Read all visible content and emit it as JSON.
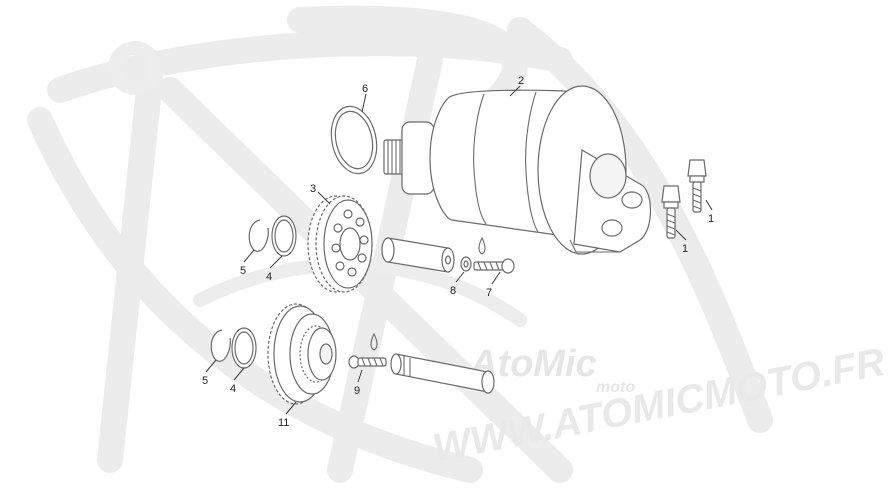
{
  "watermark": {
    "url": "WWW.ATOMICMOTO.FR",
    "brand": "AtoMic",
    "brand_sub": "moto"
  },
  "callouts": [
    {
      "id": "c1a",
      "label": "1"
    },
    {
      "id": "c1b",
      "label": "1"
    },
    {
      "id": "c2",
      "label": "2"
    },
    {
      "id": "c3",
      "label": "3"
    },
    {
      "id": "c4a",
      "label": "4"
    },
    {
      "id": "c4b",
      "label": "4"
    },
    {
      "id": "c5a",
      "label": "5"
    },
    {
      "id": "c5b",
      "label": "5"
    },
    {
      "id": "c6",
      "label": "6"
    },
    {
      "id": "c7",
      "label": "7"
    },
    {
      "id": "c8",
      "label": "8"
    },
    {
      "id": "c9",
      "label": "9"
    },
    {
      "id": "c11",
      "label": "11"
    }
  ],
  "colors": {
    "line": "#6a6a6a",
    "watermark": "#ececec",
    "background": "#ffffff"
  }
}
